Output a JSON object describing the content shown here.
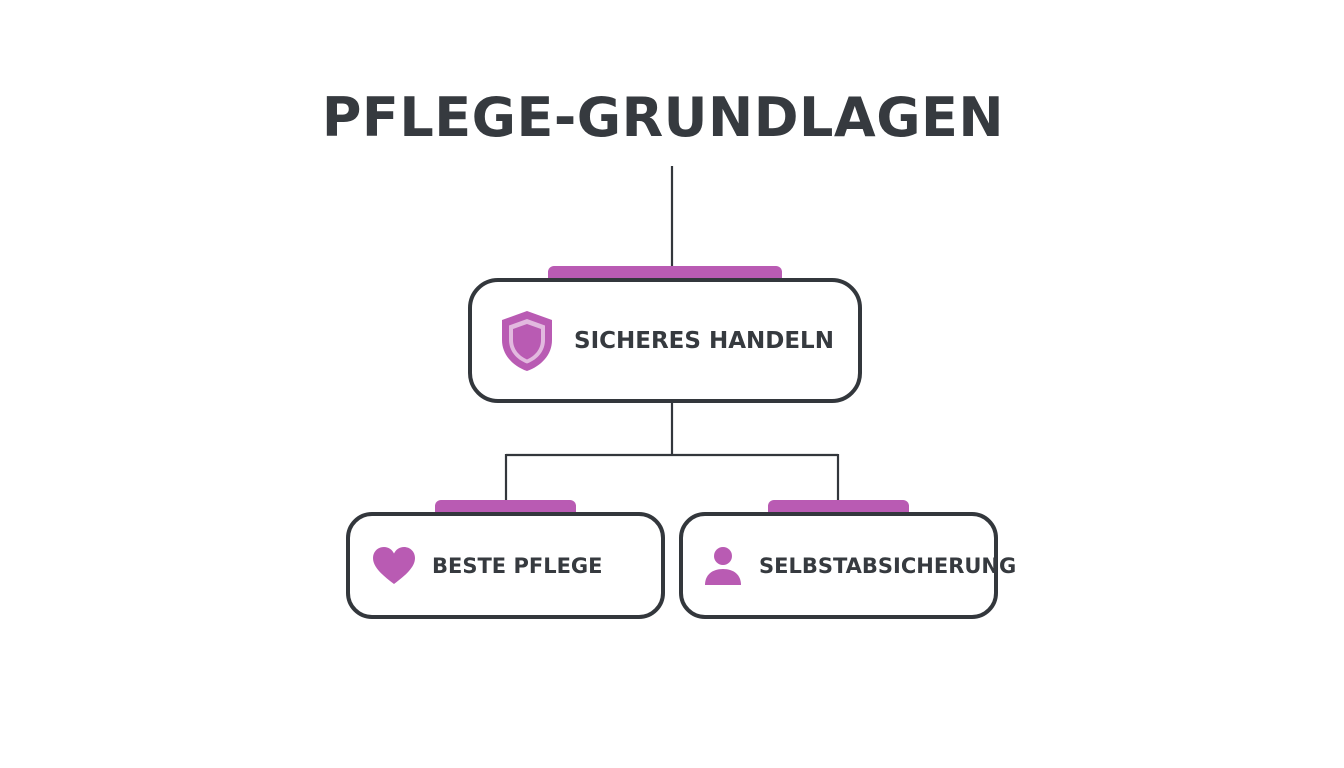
{
  "title": "PFLEGE-GRUNDLAGEN",
  "colors": {
    "text": "#363a3f",
    "outline": "#33373c",
    "accent": "#b95bb3",
    "accent_light": "#e2b9df",
    "background": "#ffffff"
  },
  "tree": {
    "root": {
      "label": "SICHERES HANDELN",
      "icon": "shield-icon"
    },
    "children": [
      {
        "label": "BESTE PFLEGE",
        "icon": "heart-icon"
      },
      {
        "label": "SELBSTABSICHERUNG",
        "icon": "person-icon"
      }
    ]
  }
}
